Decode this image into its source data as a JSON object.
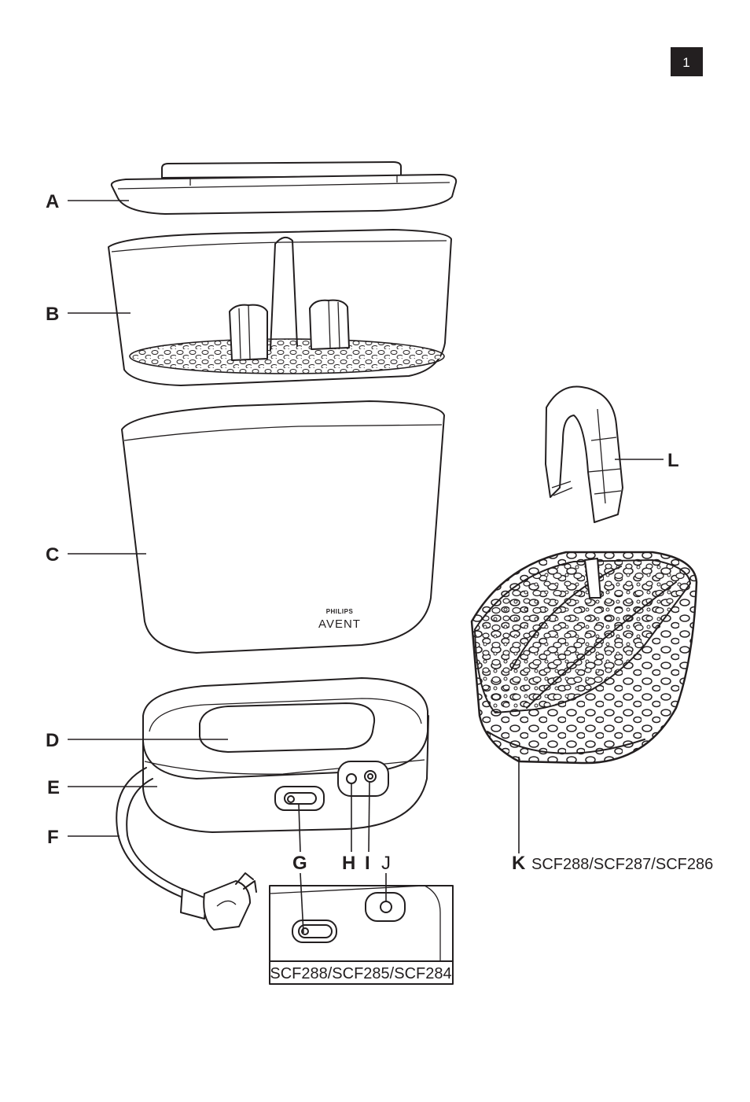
{
  "page": {
    "number": "1"
  },
  "brand": {
    "line1": "PHILIPS",
    "line2": "AVENT"
  },
  "callouts": {
    "A": "A",
    "B": "B",
    "C": "C",
    "D": "D",
    "E": "E",
    "F": "F",
    "G": "G",
    "H": "H",
    "I": "I",
    "J": "J",
    "K": "K",
    "L": "L"
  },
  "models": {
    "K_models": "SCF288/SCF287/SCF286",
    "inset_models": "SCF288/SCF285/SCF284"
  },
  "colors": {
    "ink": "#231f20",
    "background": "#ffffff"
  }
}
